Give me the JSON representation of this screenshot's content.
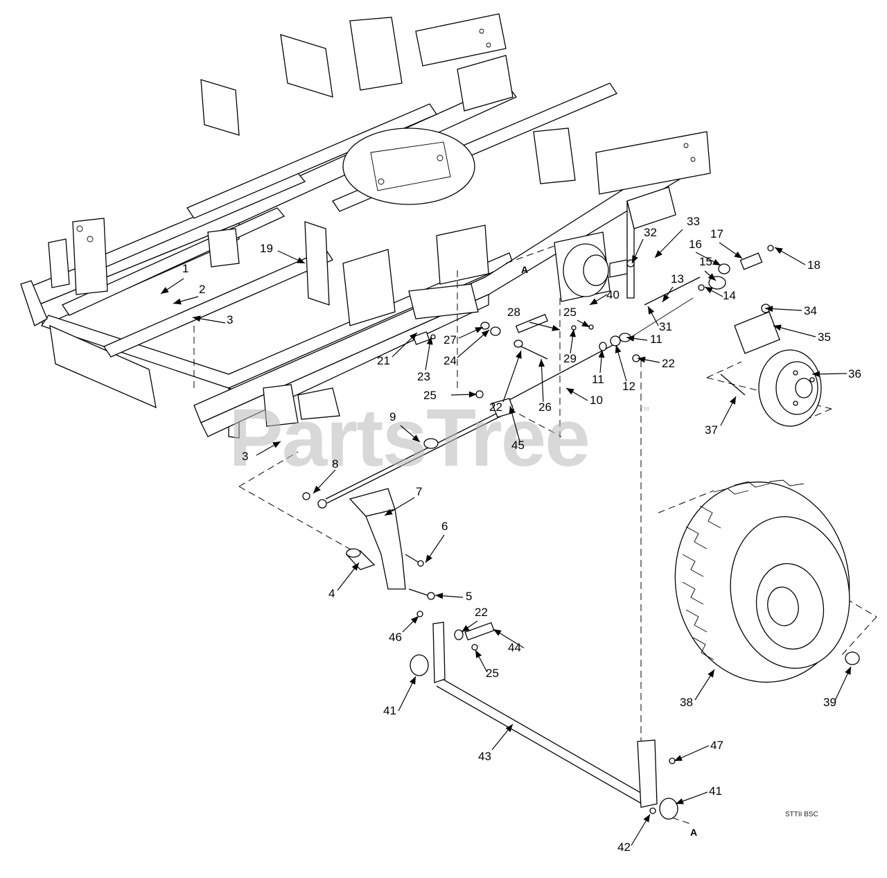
{
  "watermark": "PartsTree",
  "trademark": "™",
  "drawing_code": "STTII BSC",
  "view_marker": "A",
  "callouts": [
    {
      "n": "1"
    },
    {
      "n": "2"
    },
    {
      "n": "3"
    },
    {
      "n": "3"
    },
    {
      "n": "4"
    },
    {
      "n": "5"
    },
    {
      "n": "6"
    },
    {
      "n": "7"
    },
    {
      "n": "8"
    },
    {
      "n": "9"
    },
    {
      "n": "10"
    },
    {
      "n": "11"
    },
    {
      "n": "11"
    },
    {
      "n": "12"
    },
    {
      "n": "13"
    },
    {
      "n": "14"
    },
    {
      "n": "15"
    },
    {
      "n": "16"
    },
    {
      "n": "17"
    },
    {
      "n": "18"
    },
    {
      "n": "19"
    },
    {
      "n": "21"
    },
    {
      "n": "22"
    },
    {
      "n": "22"
    },
    {
      "n": "22"
    },
    {
      "n": "23"
    },
    {
      "n": "24"
    },
    {
      "n": "25"
    },
    {
      "n": "25"
    },
    {
      "n": "25"
    },
    {
      "n": "26"
    },
    {
      "n": "27"
    },
    {
      "n": "28"
    },
    {
      "n": "29"
    },
    {
      "n": "31"
    },
    {
      "n": "32"
    },
    {
      "n": "33"
    },
    {
      "n": "34"
    },
    {
      "n": "35"
    },
    {
      "n": "36"
    },
    {
      "n": "37"
    },
    {
      "n": "38"
    },
    {
      "n": "39"
    },
    {
      "n": "40"
    },
    {
      "n": "41"
    },
    {
      "n": "41"
    },
    {
      "n": "42"
    },
    {
      "n": "43"
    },
    {
      "n": "44"
    },
    {
      "n": "45"
    },
    {
      "n": "46"
    },
    {
      "n": "47"
    }
  ]
}
